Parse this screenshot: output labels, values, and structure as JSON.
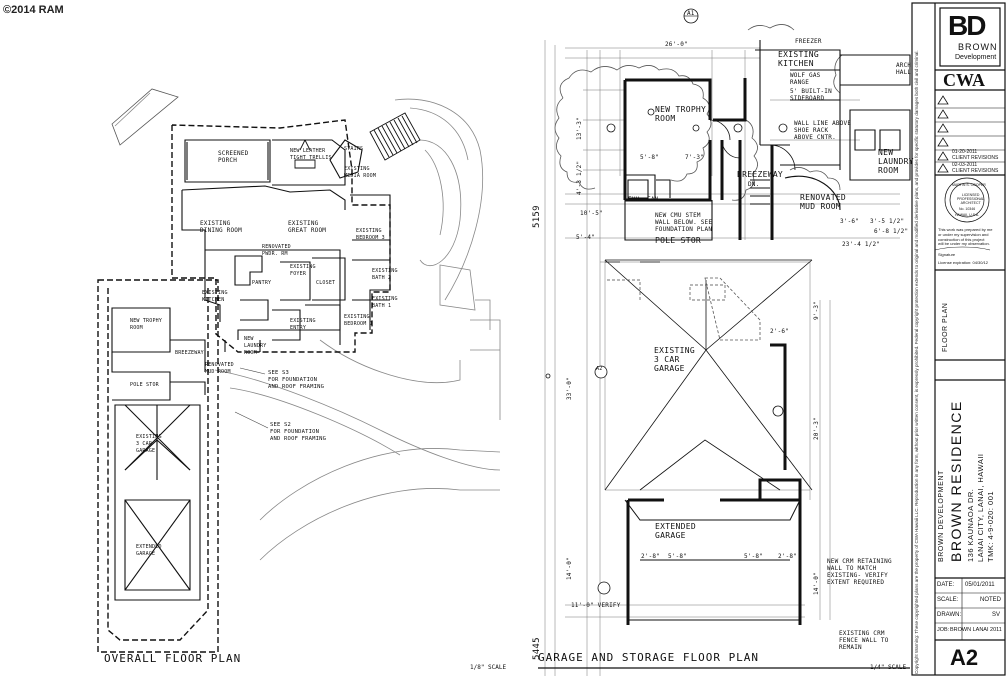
{
  "watermark": "©2014 RAM",
  "left_plan": {
    "title": "OVERALL FLOOR PLAN",
    "scale": "1/8\" SCALE",
    "rooms": {
      "screened_porch": "SCREENED\nPORCH",
      "new_leather_tight_trellis": "NEW LEATHER\nTIGHT TRELLIS",
      "stairs": "STAIRS",
      "existing_media_room": "EXISTING\nMEDIA ROOM",
      "existing_dining_room": "EXISTING\nDINING ROOM",
      "existing_great_room": "EXISTING\nGREAT ROOM",
      "existing_bedroom_3": "EXISTING\nBEDROOM 3",
      "renovated_powder_rm": "RENOVATED\nPWDR. RM",
      "existing_foyer": "EXISTING\nFOYER",
      "existing_bath_2": "EXISTING\nBATH 2",
      "existing_kitchen": "EXISTING\nKITCHEN",
      "pantry": "PANTRY",
      "closet": "CLOSET",
      "existing_bath_1": "EXISTING\nBATH 1",
      "existing_bedroom_1": "EXISTING\nBEDROOM 1",
      "new_laundry_room": "NEW\nLAUNDRY\nROOM",
      "existing_entry": "EXISTING\nENTRY",
      "new_trophy_room": "NEW TROPHY\nROOM",
      "breezeway": "BREEZEWAY",
      "renovated_mud_room": "RENOVATED\nMUD ROOM",
      "pole_stor": "POLE STOR",
      "existing_3_car_garage": "EXISTING\n3 CAR\nGARAGE",
      "extended_garage": "EXTENDED\nGARAGE"
    },
    "notes": {
      "see_s3": "SEE S3\nFOR FOUNDATION\nand ROOF FRAMING",
      "see_s2": "SEE S2\nFOR FOUNDATION\nand ROOF FRAMING"
    }
  },
  "right_plan": {
    "title": "GARAGE and STORAGE FLOOR PLAN",
    "scale": "1/4\" SCALE",
    "rooms": {
      "freezer": "FREEZER",
      "existing_kitchen": "EXISTING\nKITCHEN",
      "wolf_gas_range": "WOLF GAS\nRANGE",
      "built_in_sideboard": "5' BUILT-IN\nSIDEBOARD",
      "new_trophy_room": "NEW TROPHY\nROOM",
      "wall_line_above": "WALL LINE ABOVE\nSHOE RACK\nABOVE CNTR.",
      "arch_hall": "ARCH\nHALL",
      "new_laundry_room": "NEW\nLAUNDRY\nROOM",
      "breezeway": "BREEZEWAY",
      "dn": "DN.",
      "exh_fan": "EXH. FAN",
      "new_cmu_stem": "NEW CMU STEM\nWALL BELOW. SEE\nFOUNDATION PLAN",
      "pole_stor": "POLE STOR",
      "renovated_mud_room": "RENOVATED\nMUD ROOM",
      "existing_3_car_garage": "EXISTING\n3 CAR\nGARAGE",
      "extended_garage": "EXTENDED\nGARAGE",
      "new_crm_retaining": "NEW CRM RETAINING\nWALL TO MATCH\nEXISTING- VERIFY\nEXTENT REQUIRED",
      "existing_crm_fence": "EXISTING CRM\nFENCE WALL TO\nREMAIN"
    },
    "dims": {
      "top": "26'-0\"",
      "d1": "5'-8\"",
      "d2": "7'-3\"",
      "d3": "10'-5\"",
      "d4": "5'-4\"",
      "d5": "33'-0\"",
      "d6": "14'-0\"",
      "d7": "11'-0\" VERIFY",
      "d8": "2'-8\"",
      "d9": "5'-8\"",
      "d10": "5'-8\"",
      "d11": "2'-8\"",
      "d12": "23'-4 1/2\"",
      "d13": "6'-8 1/2\"",
      "d14": "3'-6\"",
      "d15": "3'-5 1/2\"",
      "d16": "4'-3 1/2\"",
      "d17": "13'-3\"",
      "d18": "20'-3\"",
      "d19": "9'-3\"",
      "d20": "2'-6\"",
      "d21": "14'-0\"",
      "elev1": "5159",
      "elev2": "5445",
      "tag_a1": "A1",
      "tag_a2": "A2"
    }
  },
  "title_block": {
    "logo_letters": "BD",
    "logo_word1": "BROWN",
    "logo_word2": "Development",
    "firm": "CWA",
    "revisions": [
      {
        "num": "△",
        "text": ""
      },
      {
        "num": "△",
        "text": ""
      },
      {
        "num": "△",
        "text": ""
      },
      {
        "num": "△",
        "text": ""
      },
      {
        "num": "1",
        "text": "01-20-2011\nCLIENT REVISIONS"
      },
      {
        "num": "2",
        "text": "02-03-2011\nCLIENT REVISIONS"
      }
    ],
    "stamp_line1": "MARTIN S. COOPER",
    "stamp_line2": "LICENSED\nPROFESSIONAL\nARCHITECT",
    "stamp_line3": "No. 10346",
    "stamp_line4": "HAWAII, U.S.A.",
    "certification": "This work was prepared by me\nor under my supervision and\nconstruction of this project\nwill be under my observation.",
    "signature_label": "Signature",
    "license_exp": "License expiration: 04/30/12",
    "sheet_title": "FLOOR PLAN",
    "project_owner": "BROWN DEVELOPMENT",
    "project_name": "BROWN RESIDENCE",
    "address1": "136 KAUNAOA DR.",
    "address2": "LANAI CITY, LANAI, HAWAII",
    "tmk": "TMK: 4-9-020: 001",
    "fields": [
      {
        "label": "DATE:",
        "value": "05/01/2011"
      },
      {
        "label": "SCALE:",
        "value": "NOTED"
      },
      {
        "label": "DRAWN:",
        "value": "SV"
      },
      {
        "label": "JOB:",
        "value": "BROWN LANAI 2011"
      }
    ],
    "sheet_number": "A2",
    "copyright_note": "Copyright Warning: These copyrighted plans are the property of CWA Hawaii LLC. Reproduction in any form, without prior written consent, is expressly prohibited. Federal copyright protection extends to original and modified derivative plans, and provides for specific statutory damages both civil and criminal."
  }
}
